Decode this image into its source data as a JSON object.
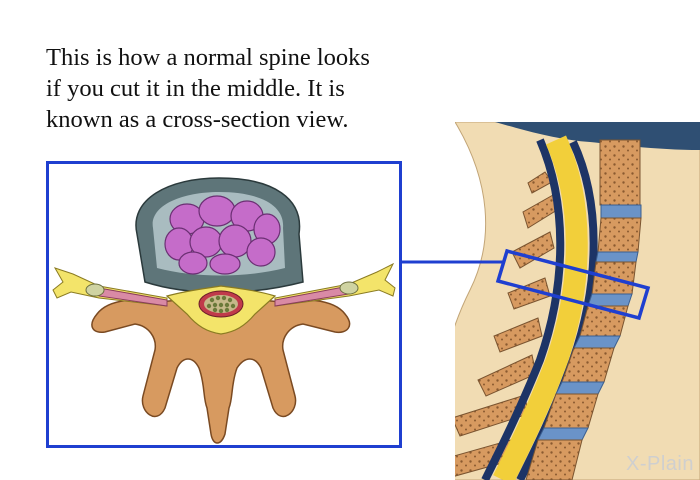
{
  "caption": {
    "line1": "This is how a normal spine looks",
    "line2": "if you cut it in the middle. It is",
    "line3": "known as a cross-section view."
  },
  "brand": "X-Plain",
  "colors": {
    "frame_blue": "#1f3fd0",
    "disc_purple": "#c56cc9",
    "vertebra_tan": "#d79a60",
    "vertebra_dots": "#8a5a30",
    "cord_yellow": "#f2cf3a",
    "navy_line": "#1d3466",
    "disc_blue": "#6a93c8",
    "soft_tissue": "#f1dcb3",
    "nerve_yellow": "#f3e46a",
    "nerve_pink": "#d98aa5",
    "casing_gray": "#5e7579"
  }
}
